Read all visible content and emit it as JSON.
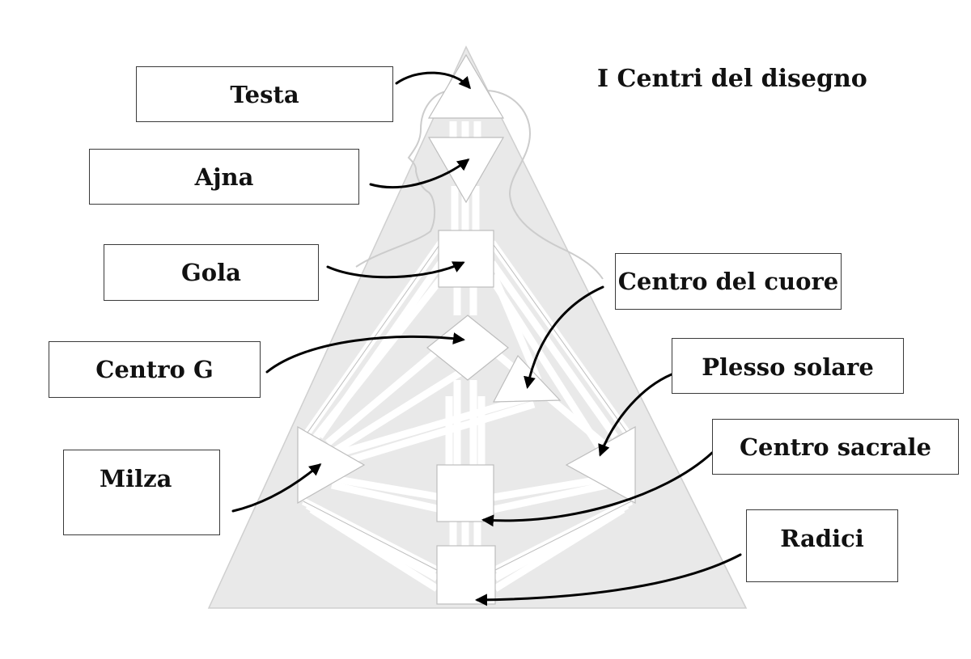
{
  "title": "I Centri del disegno",
  "labels": {
    "testa": "Testa",
    "ajna": "Ajna",
    "gola": "Gola",
    "centro_g": "Centro G",
    "milza": "Milza",
    "centro_cuore": "Centro del cuore",
    "plesso_solare": "Plesso solare",
    "centro_sacrale": "Centro sacrale",
    "radici": "Radici"
  }
}
